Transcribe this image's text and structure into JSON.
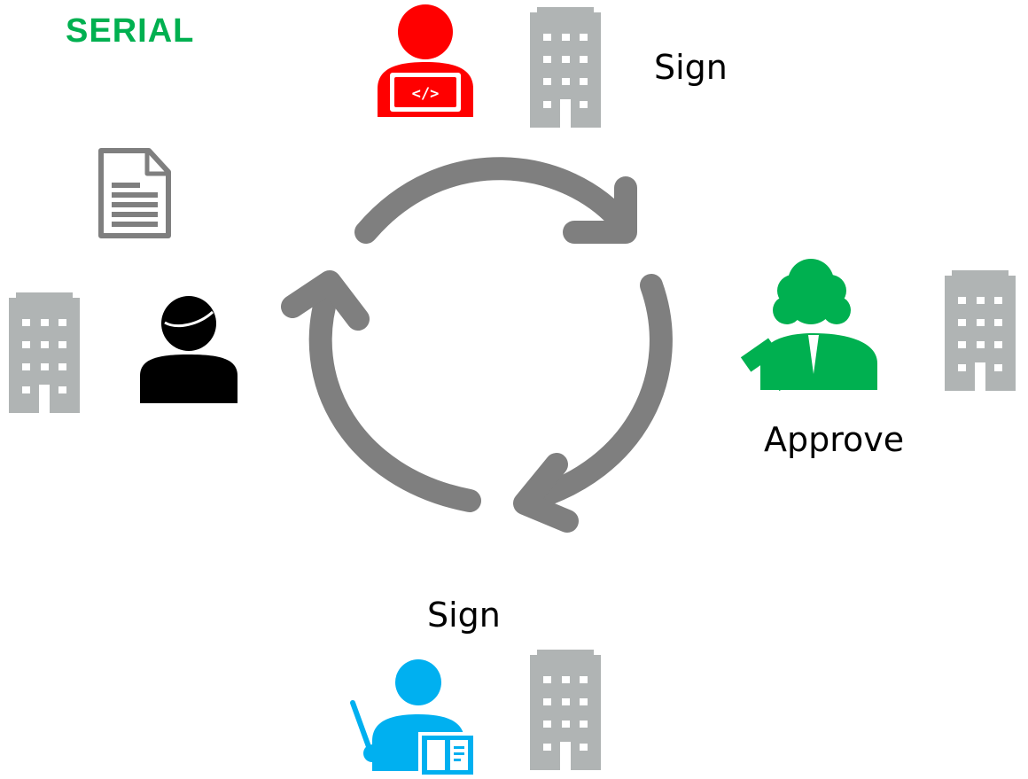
{
  "title": "SERIAL",
  "labels": {
    "top_right": "Sign",
    "right": "Approve",
    "bottom": "Sign"
  },
  "colors": {
    "title": "#00B050",
    "arrow": "#7F7F7F",
    "building": "#B0B4B4",
    "developer": "#FF0000",
    "judge": "#00B050",
    "teacher": "#00B0F0",
    "initiator": "#000000",
    "document": "#7F7F7F"
  },
  "icons": {
    "document": "document-icon",
    "initiator": "person-icon",
    "developer": "developer-laptop-icon",
    "judge": "judge-gavel-icon",
    "teacher": "teacher-book-icon",
    "building": "office-building-icon"
  }
}
